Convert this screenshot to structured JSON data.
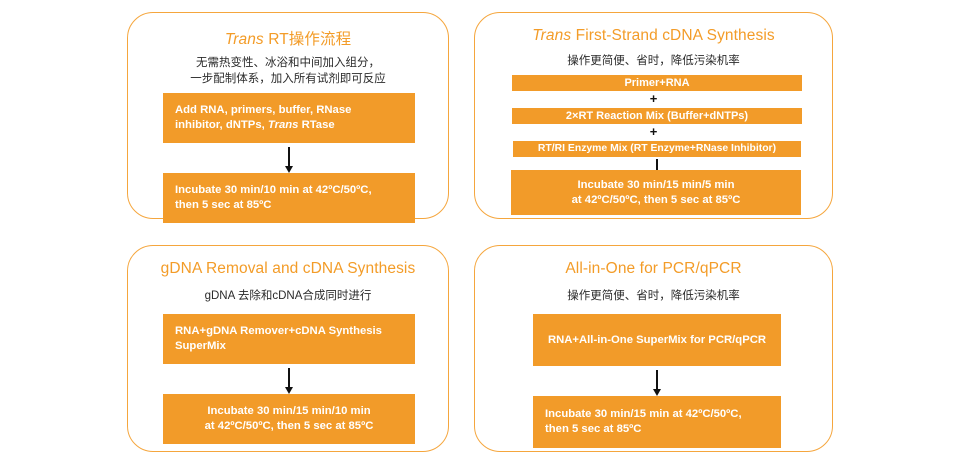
{
  "figure": {
    "background_color": "#ffffff",
    "accent_color": "#F29B29",
    "panel_border_color": "#F5A63D",
    "title_color": "#F39C28",
    "box_text_color": "#ffffff"
  },
  "panels": [
    {
      "id": "trans-rt-workflow",
      "title_italic": "Trans",
      "title_rest": " RT操作流程",
      "subtitle_line1": "无需热变性、冰浴和中间加入组分，",
      "subtitle_line2": "一步配制体系，加入所有试剂即可反应",
      "step1_line1": "Add RNA, primers, buffer, RNase",
      "step1_line2_a": "inhibitor, dNTPs, ",
      "step1_line2_italic": "Trans",
      "step1_line2_b": " RTase",
      "step2_line1": "Incubate 30 min/10 min at 42ºC/50ºC,",
      "step2_line2": "then 5 sec at 85ºC"
    },
    {
      "id": "trans-first-strand-cdna-synthesis",
      "title_italic": "Trans",
      "title_rest": " First-Strand cDNA Synthesis",
      "subtitle_line1": "操作更简便、省时，降低污染机率",
      "bar1": "Primer+RNA",
      "plus1": "+",
      "bar2": "2×RT Reaction Mix (Buffer+dNTPs)",
      "plus2": "+",
      "bar3": "RT/RI Enzyme Mix (RT Enzyme+RNase Inhibitor)",
      "step2_line1": "Incubate 30 min/15 min/5 min",
      "step2_line2": "at 42ºC/50ºC, then 5 sec at 85ºC"
    },
    {
      "id": "gdna-removal-and-cdna-synthesis",
      "title_rest": "gDNA Removal and cDNA Synthesis",
      "subtitle_line1": "gDNA 去除和cDNA合成同时进行",
      "step1_line1": "RNA+gDNA Remover+cDNA Synthesis",
      "step1_line2": "SuperMix",
      "step2_line1": "Incubate 30 min/15 min/10 min",
      "step2_line2": "at 42ºC/50ºC, then 5 sec at 85ºC"
    },
    {
      "id": "all-in-one-for-pcr-qpcr",
      "title_rest": "All-in-One for PCR/qPCR",
      "subtitle_line1": "操作更简便、省时，降低污染机率",
      "step1_line1": "RNA+All-in-One SuperMix for PCR/qPCR",
      "step2_line1": "Incubate 30 min/15 min at 42ºC/50ºC,",
      "step2_line2": "then 5 sec at 85ºC"
    }
  ]
}
